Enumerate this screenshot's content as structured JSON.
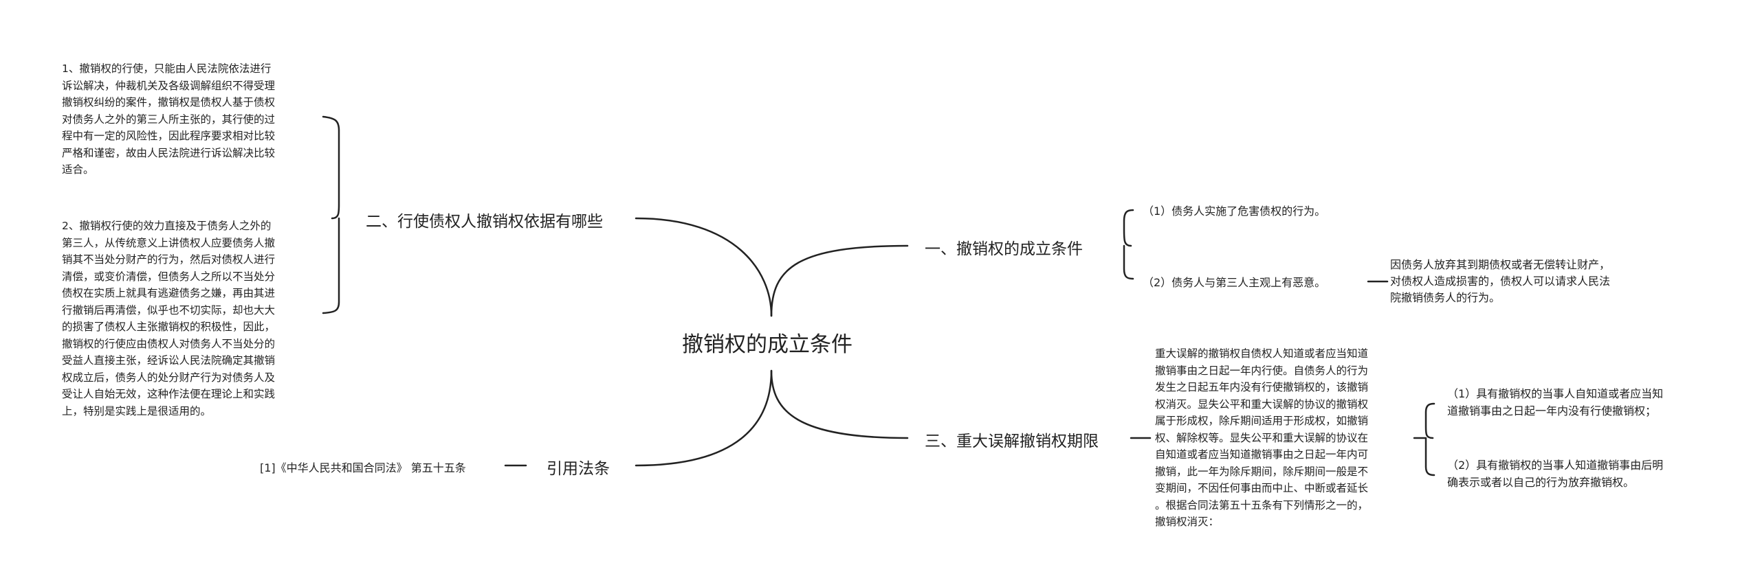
{
  "root": {
    "label": "撤销权的成立条件"
  },
  "branches": {
    "b1": {
      "label": "一、撤销权的成立条件",
      "items": [
        {
          "label": "（1）债务人实施了危害债权的行为。"
        },
        {
          "label": "（2）债务人与第三人主观上有恶意。",
          "detail": "因债务人放弃其到期债权或者无偿转让财产，\n对债权人造成损害的，债权人可以请求人民法\n院撤销债务人的行为。"
        }
      ]
    },
    "b2": {
      "label": "二、行使债权人撤销权依据有哪些",
      "paragraphs": [
        "1、撤销权的行使，只能由人民法院依法进行\n诉讼解决，仲裁机关及各级调解组织不得受理\n撤销权纠纷的案件，撤销权是债权人基于债权\n对债务人之外的第三人所主张的，其行使的过\n程中有一定的风险性，因此程序要求相对比较\n严格和谨密，故由人民法院进行诉讼解决比较\n适合。",
        "2、撤销权行使的效力直接及于债务人之外的\n第三人，从传统意义上讲债权人应要债务人撤\n销其不当处分财产的行为，然后对债权人进行\n清偿，或变价清偿，但债务人之所以不当处分\n债权在实质上就具有逃避债务之嫌，再由其进\n行撤销后再清偿，似乎也不切实际，却也大大\n的损害了债权人主张撤销权的积极性，因此，\n撤销权的行使应由债权人对债务人不当处分的\n受益人直接主张，经诉讼人民法院确定其撤销\n权成立后，债务人的处分财产行为对债务人及\n受让人自始无效，这种作法便在理论上和实践\n上，特别是实践上是很适用的。"
      ]
    },
    "b3": {
      "label": "三、重大误解撤销权期限",
      "detail": "重大误解的撤销权自债权人知道或者应当知道\n撤销事由之日起一年内行使。自债务人的行为\n发生之日起五年内没有行使撤销权的，该撤销\n权消灭。显失公平和重大误解的协议的撤销权\n属于形成权，除斥期间适用于形成权，如撤销\n权、解除权等。显失公平和重大误解的协议在\n自知道或者应当知道撤销事由之日起一年内可\n撤销，此一年为除斥期间，除斥期间一般是不\n变期间，不因任何事由而中止、中断或者延长\n。根据合同法第五十五条有下列情形之一的，\n撤销权消灭：",
      "items": [
        {
          "label": "（1）具有撤销权的当事人自知道或者应当知\n道撤销事由之日起一年内没有行使撤销权；"
        },
        {
          "label": "（2）具有撤销权的当事人知道撤销事由后明\n确表示或者以自己的行为放弃撤销权。"
        }
      ]
    },
    "b4": {
      "label": "引用法条",
      "items": [
        {
          "label": "[1]《中华人民共和国合同法》 第五十五条"
        }
      ]
    }
  }
}
